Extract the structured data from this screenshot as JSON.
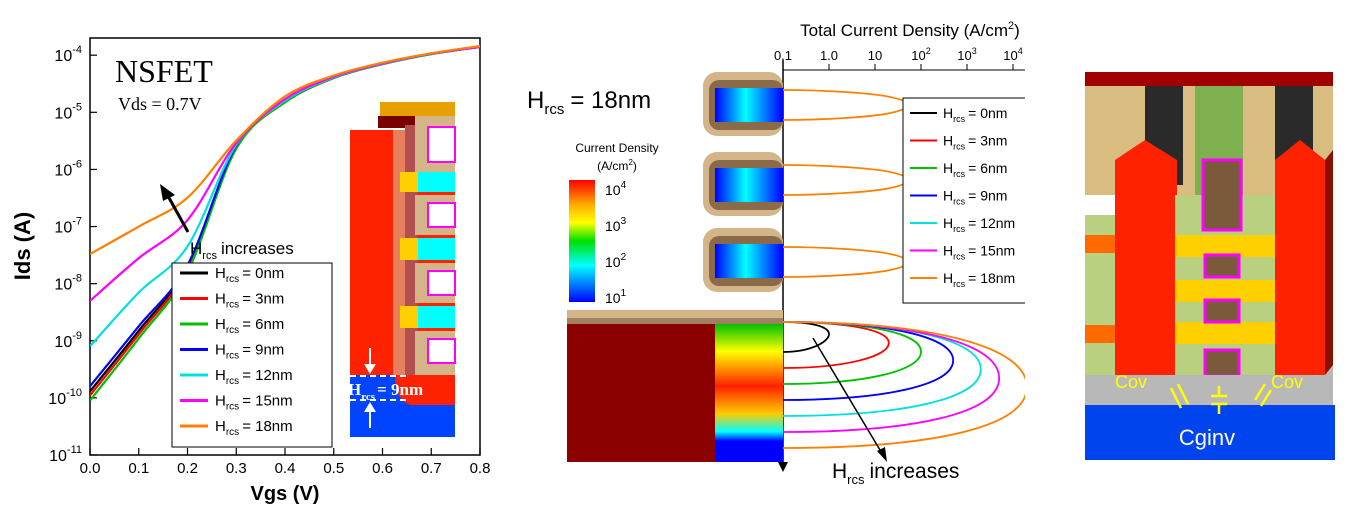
{
  "panel_a": {
    "title": "NSFET",
    "subtitle": "Vds = 0.7V",
    "xlabel": "Vgs (V)",
    "ylabel": "Ids (A)",
    "annotation": "increases",
    "annotation_sym": "H",
    "annotation_sub": "rcs",
    "inset_sym": "H",
    "inset_sub": "rcs",
    "inset_val": "= 9nm"
  },
  "panel_b": {
    "title_sym": "H",
    "title_sub": "rcs",
    "title_val": "= 18nm",
    "top_axis_title": "Total Current Density (A/cm",
    "top_axis_sup": "2",
    "top_axis_close": ")",
    "cbar_title_1": "Current Density",
    "cbar_title_2": "(A/cm",
    "cbar_title_sup": "2",
    "cbar_title_close": ")",
    "cbar_ticks": [
      "10",
      "10",
      "10",
      "10"
    ],
    "cbar_exps": [
      "4",
      "3",
      "2",
      "1"
    ],
    "annotation_sym": "H",
    "annotation_sub": "rcs",
    "annotation": "increases"
  },
  "panel_c": {
    "label_cov_left": "Cov",
    "label_cov_right": "Cov",
    "label_cginv": "Cginv"
  },
  "chart_data": [
    {
      "type": "line",
      "title": "NSFET",
      "xlabel": "Vgs (V)",
      "ylabel": "Ids (A)",
      "xlim": [
        0.0,
        0.8
      ],
      "ylim": [
        1e-11,
        0.0002
      ],
      "yscale": "log",
      "xticks": [
        "0.0",
        "0.1",
        "0.2",
        "0.3",
        "0.4",
        "0.5",
        "0.6",
        "0.7",
        "0.8"
      ],
      "yticks": [
        {
          "base": "10",
          "exp": "-11"
        },
        {
          "base": "10",
          "exp": "-10"
        },
        {
          "base": "10",
          "exp": "-9"
        },
        {
          "base": "10",
          "exp": "-8"
        },
        {
          "base": "10",
          "exp": "-7"
        },
        {
          "base": "10",
          "exp": "-6"
        },
        {
          "base": "10",
          "exp": "-5"
        },
        {
          "base": "10",
          "exp": "-4"
        }
      ],
      "legend_position": "lower-right",
      "x": [
        0.0,
        0.1,
        0.2,
        0.3,
        0.4,
        0.5,
        0.6,
        0.7,
        0.8
      ],
      "series": [
        {
          "sym": "H",
          "sub": "rcs",
          "val": "= 0nm",
          "color": "#000000",
          "values": [
            1.3e-10,
            1.5e-09,
            2e-08,
            2.5e-06,
            1.5e-05,
            4e-05,
            7e-05,
            0.000105,
            0.00014
          ]
        },
        {
          "sym": "H",
          "sub": "rcs",
          "val": "= 3nm",
          "color": "#ff0000",
          "values": [
            1.1e-10,
            1.3e-09,
            1.8e-08,
            2.4e-06,
            1.5e-05,
            4e-05,
            7e-05,
            0.000105,
            0.00014
          ]
        },
        {
          "sym": "H",
          "sub": "rcs",
          "val": "= 6nm",
          "color": "#00c000",
          "values": [
            9e-11,
            1.1e-09,
            1.6e-08,
            2.3e-06,
            1.5e-05,
            4e-05,
            7e-05,
            0.000105,
            0.00014
          ]
        },
        {
          "sym": "H",
          "sub": "rcs",
          "val": "= 9nm",
          "color": "#0000ff",
          "values": [
            1.6e-10,
            1.8e-09,
            2.1e-08,
            2.6e-06,
            1.6e-05,
            4.1e-05,
            7.1e-05,
            0.000106,
            0.00014
          ]
        },
        {
          "sym": "H",
          "sub": "rcs",
          "val": "= 12nm",
          "color": "#00e0e0",
          "values": [
            8e-10,
            7e-09,
            4.5e-08,
            2.7e-06,
            1.6e-05,
            4.1e-05,
            7.1e-05,
            0.000106,
            0.00014
          ]
        },
        {
          "sym": "H",
          "sub": "rcs",
          "val": "= 15nm",
          "color": "#ff00ff",
          "values": [
            5e-09,
            2.8e-08,
            1.3e-07,
            2.9e-06,
            1.7e-05,
            4.2e-05,
            7.2e-05,
            0.000107,
            0.00014
          ]
        },
        {
          "sym": "H",
          "sub": "rcs",
          "val": "= 18nm",
          "color": "#ff8000",
          "values": [
            3.3e-08,
            1e-07,
            3.2e-07,
            3.2e-06,
            1.9e-05,
            4.4e-05,
            7.4e-05,
            0.000108,
            0.000145
          ]
        }
      ]
    },
    {
      "type": "line",
      "title": "Total Current Density (A/cm2)",
      "xscale": "log",
      "xticks": [
        {
          "base": "0.1",
          "exp": ""
        },
        {
          "base": "1.0",
          "exp": ""
        },
        {
          "base": "10",
          "exp": ""
        },
        {
          "base": "10",
          "exp": "2"
        },
        {
          "base": "10",
          "exp": "3"
        },
        {
          "base": "10",
          "exp": "4"
        }
      ],
      "legend_position": "upper-right",
      "series": [
        {
          "sym": "H",
          "sub": "rcs",
          "val": "= 0nm",
          "color": "#000000",
          "bottom_peak": 1.0
        },
        {
          "sym": "H",
          "sub": "rcs",
          "val": "= 3nm",
          "color": "#ff0000",
          "bottom_peak": 20
        },
        {
          "sym": "H",
          "sub": "rcs",
          "val": "= 6nm",
          "color": "#00c000",
          "bottom_peak": 100
        },
        {
          "sym": "H",
          "sub": "rcs",
          "val": "= 9nm",
          "color": "#0000ff",
          "bottom_peak": 500
        },
        {
          "sym": "H",
          "sub": "rcs",
          "val": "= 12nm",
          "color": "#00e0e0",
          "bottom_peak": 2000
        },
        {
          "sym": "H",
          "sub": "rcs",
          "val": "= 15nm",
          "color": "#ff00ff",
          "bottom_peak": 5000
        },
        {
          "sym": "H",
          "sub": "rcs",
          "val": "= 18nm",
          "color": "#ff8000",
          "bottom_peak": 20000
        }
      ],
      "nanosheet_peak": 50
    }
  ]
}
